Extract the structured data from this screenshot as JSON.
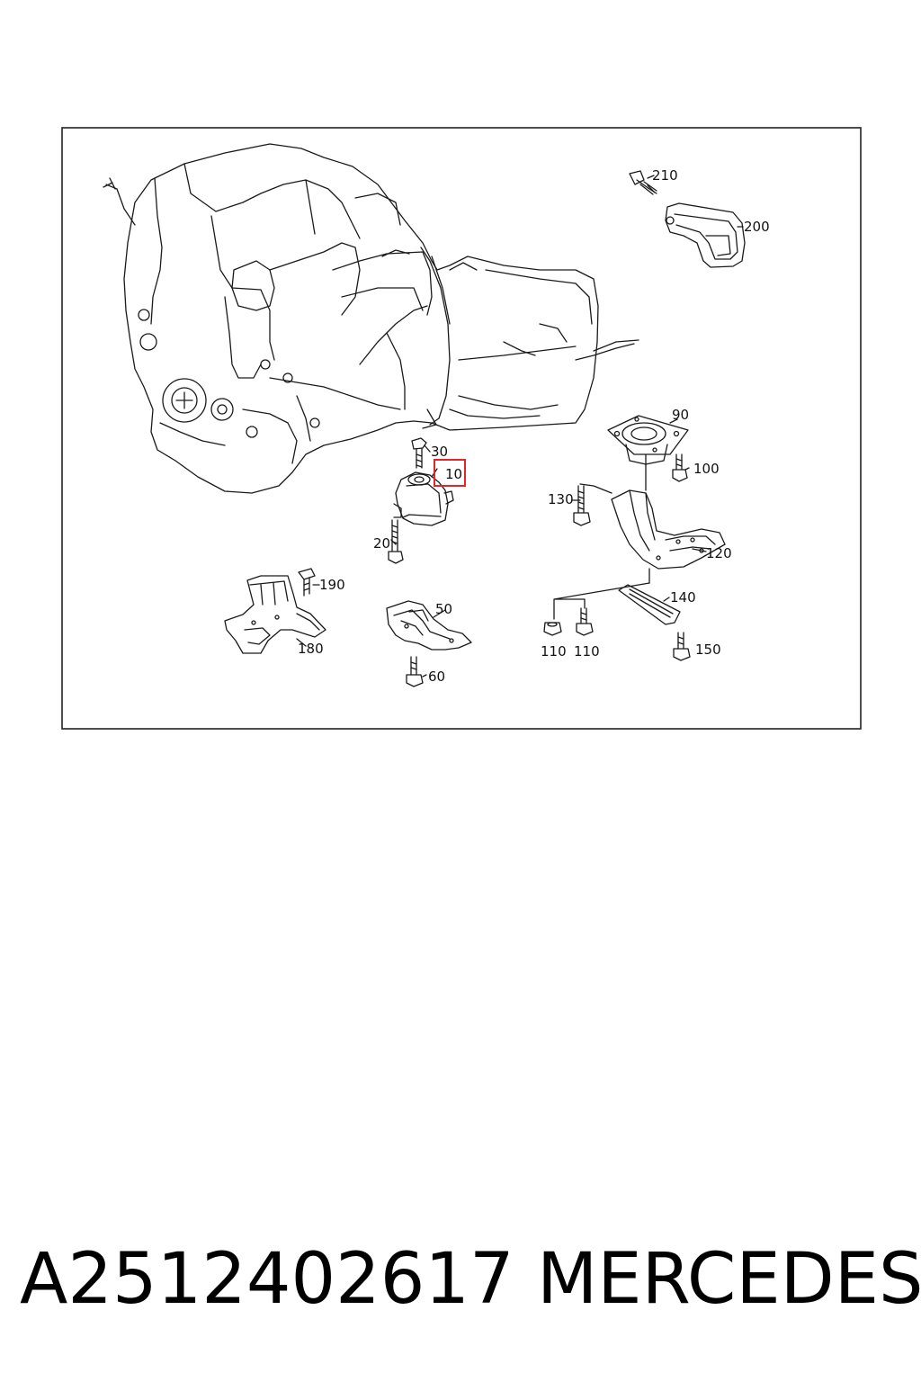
{
  "diagram": {
    "callouts": [
      {
        "id": "10",
        "label": "10",
        "highlighted": true
      },
      {
        "id": "20",
        "label": "20"
      },
      {
        "id": "30",
        "label": "30"
      },
      {
        "id": "50",
        "label": "50"
      },
      {
        "id": "60",
        "label": "60"
      },
      {
        "id": "90",
        "label": "90"
      },
      {
        "id": "100",
        "label": "100"
      },
      {
        "id": "110a",
        "label": "110"
      },
      {
        "id": "110b",
        "label": "110"
      },
      {
        "id": "120",
        "label": "120"
      },
      {
        "id": "130",
        "label": "130"
      },
      {
        "id": "140",
        "label": "140"
      },
      {
        "id": "150",
        "label": "150"
      },
      {
        "id": "180",
        "label": "180"
      },
      {
        "id": "190",
        "label": "190"
      },
      {
        "id": "200",
        "label": "200"
      },
      {
        "id": "210",
        "label": "210"
      }
    ],
    "highlight_color": "#e0262b",
    "line_color": "#1a1a1a"
  },
  "footer": {
    "part_number": "A2512402617",
    "brand": "MERCEDES"
  }
}
